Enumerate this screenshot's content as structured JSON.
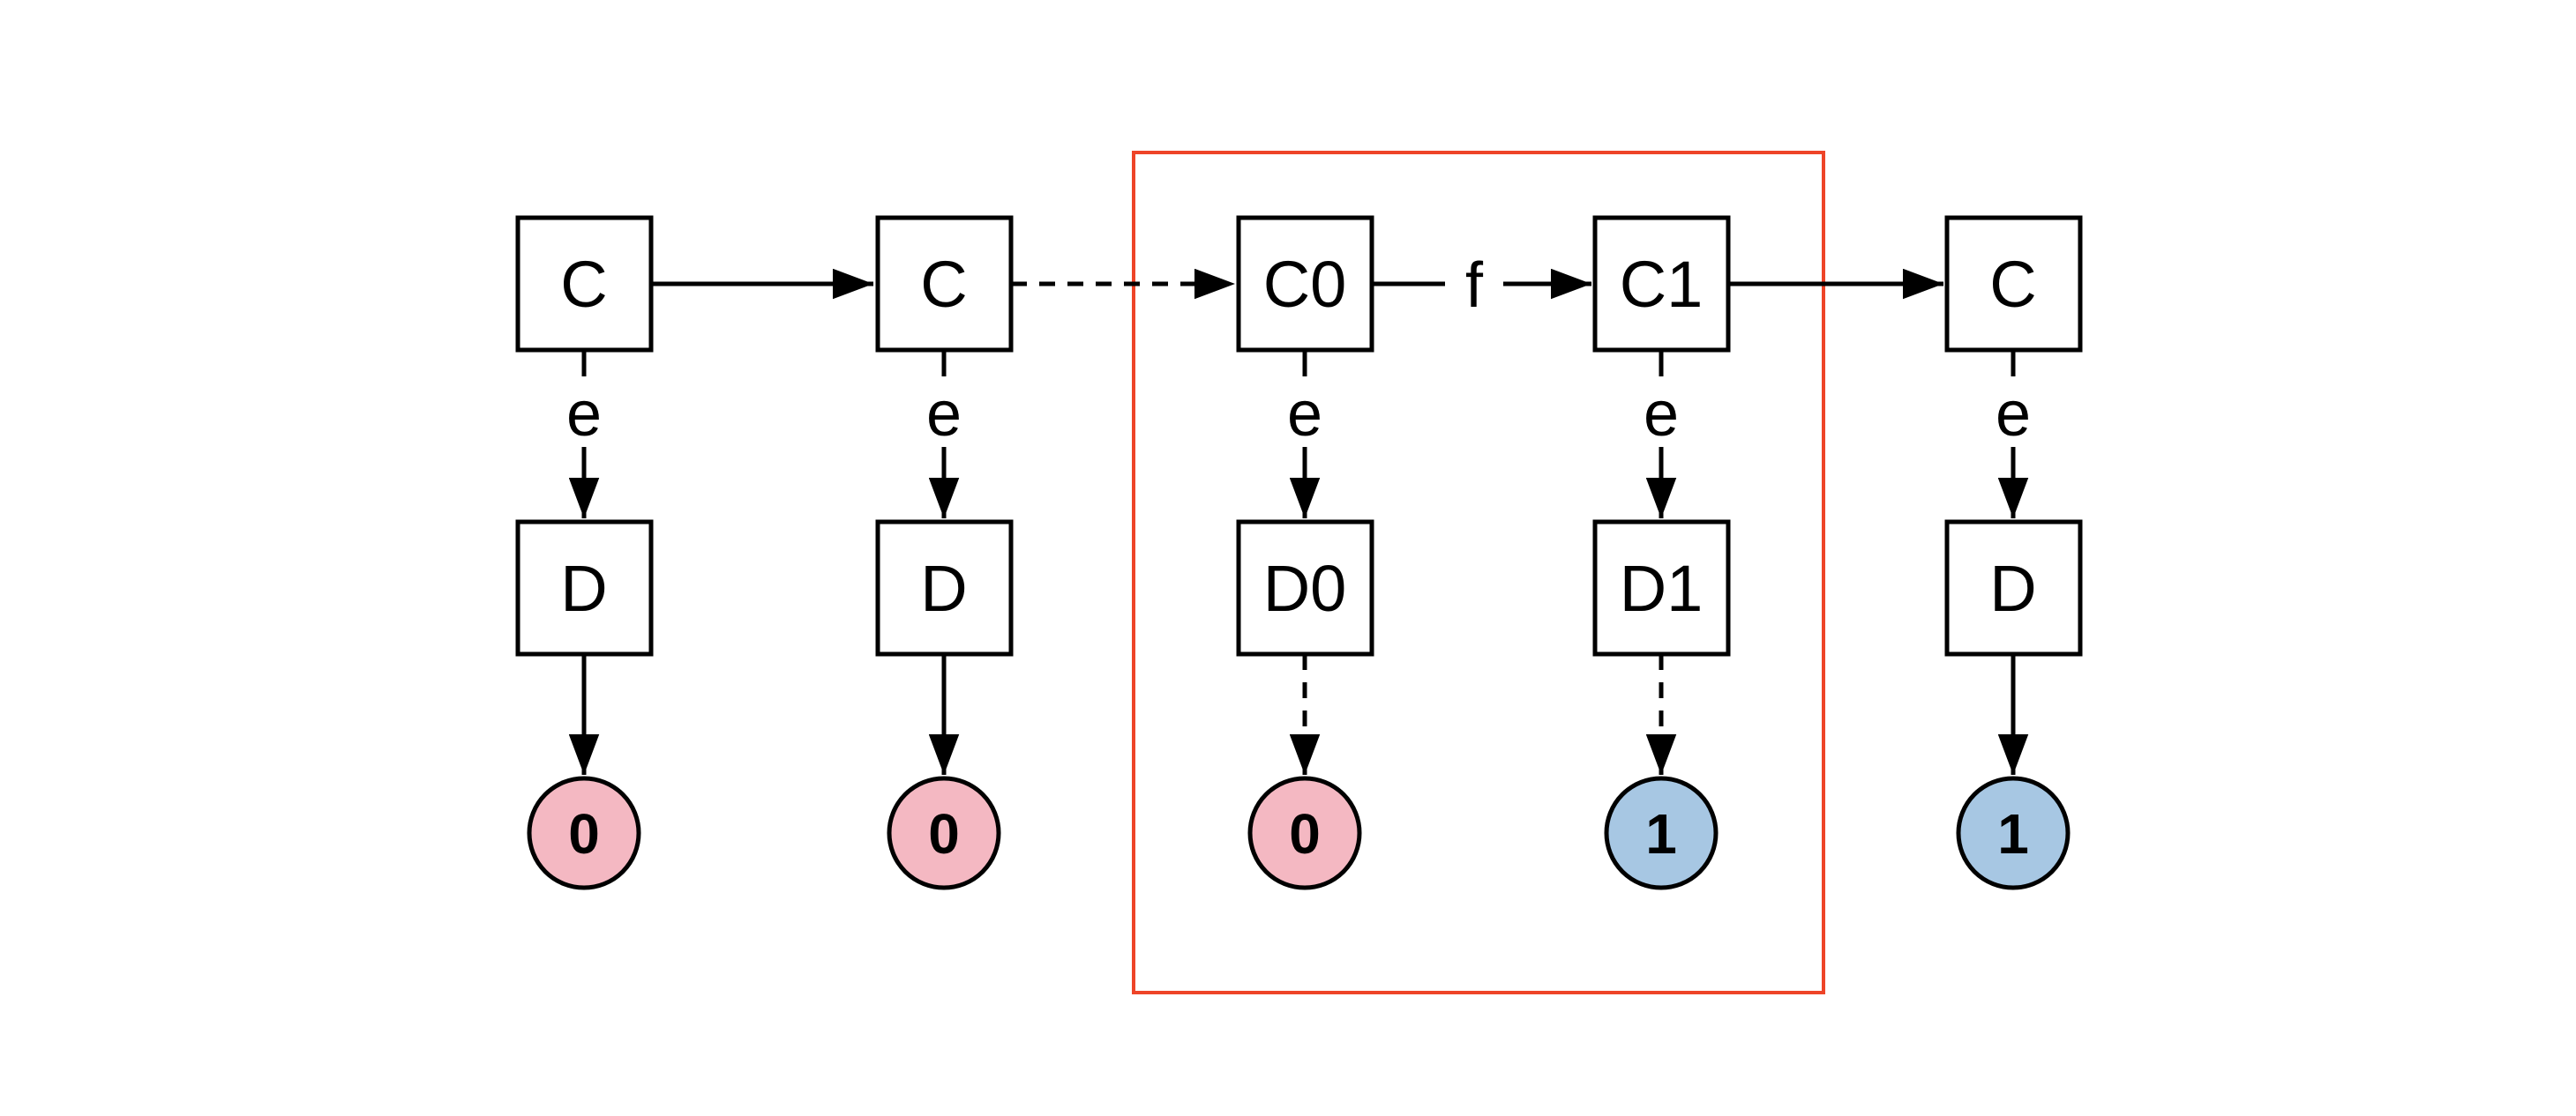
{
  "colors": {
    "output_zero_fill": "#f4b8c2",
    "output_one_fill": "#a7c7e3",
    "highlight_red": "#ee4428"
  },
  "diagram": {
    "columns": [
      {
        "top": "C",
        "bottom": "D",
        "output": "0",
        "e_label": "e"
      },
      {
        "top": "C",
        "bottom": "D",
        "output": "0",
        "e_label": "e"
      },
      {
        "top": "C0",
        "bottom": "D0",
        "output": "0",
        "e_label": "e"
      },
      {
        "top": "C1",
        "bottom": "D1",
        "output": "1",
        "e_label": "e"
      },
      {
        "top": "C",
        "bottom": "D",
        "output": "1",
        "e_label": "e"
      }
    ],
    "f_label": "f"
  }
}
